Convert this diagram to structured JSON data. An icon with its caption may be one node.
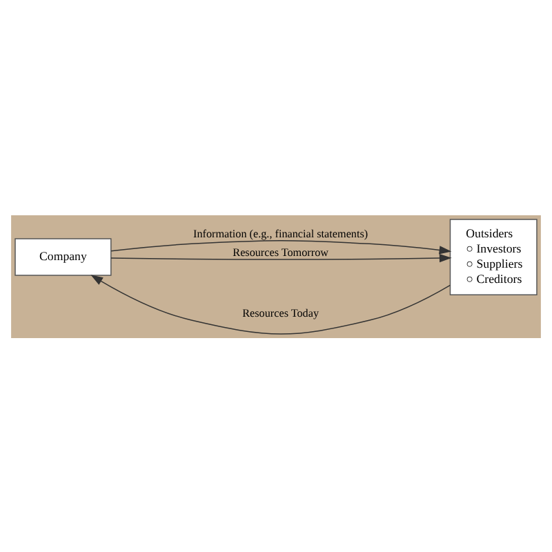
{
  "diagram": {
    "nodes": [
      {
        "text": [
          "Company"
        ]
      },
      {
        "text": [
          "Outsiders",
          "○ Investors",
          "○ Suppliers",
          "○ Creditors"
        ]
      }
    ],
    "edges": [
      {
        "from": 1,
        "to": 0,
        "arrow": "to",
        "label": "Resources Today"
      },
      {
        "from": 0,
        "to": 1,
        "arrow": "to",
        "label": "Information (e.g., financial statements)"
      },
      {
        "from": 0,
        "to": 1,
        "arrow": "to",
        "label": "Resources Tomorrow"
      }
    ]
  }
}
